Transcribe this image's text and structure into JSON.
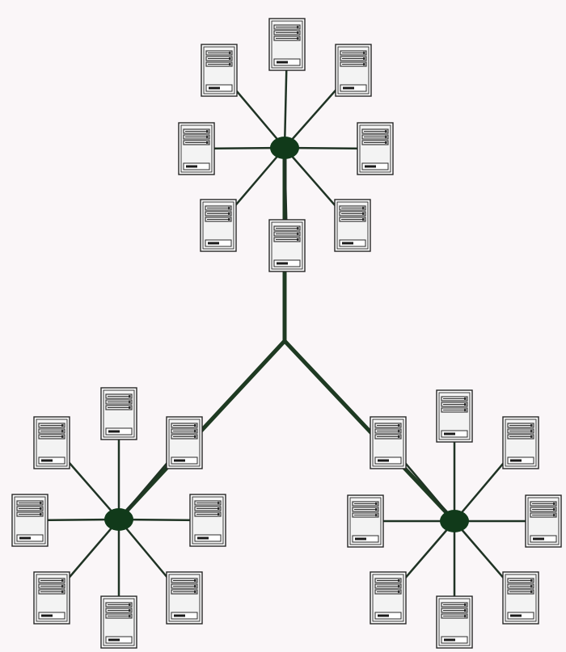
{
  "diagram": {
    "description_text": "",
    "colors": {
      "background": "#faf6f8",
      "hub": "#113a1a",
      "trunk": "#1e3a22",
      "spoke": "#1f3324",
      "computer_outline": "#262626"
    },
    "backbone": {
      "node": "junction",
      "links": [
        "hub-top",
        "hub-left",
        "hub-right"
      ]
    },
    "hubs": [
      {
        "id": "hub-top",
        "computer_count": 8,
        "icon": "server-icon"
      },
      {
        "id": "hub-left",
        "computer_count": 8,
        "icon": "server-icon"
      },
      {
        "id": "hub-right",
        "computer_count": 8,
        "icon": "server-icon"
      }
    ]
  }
}
